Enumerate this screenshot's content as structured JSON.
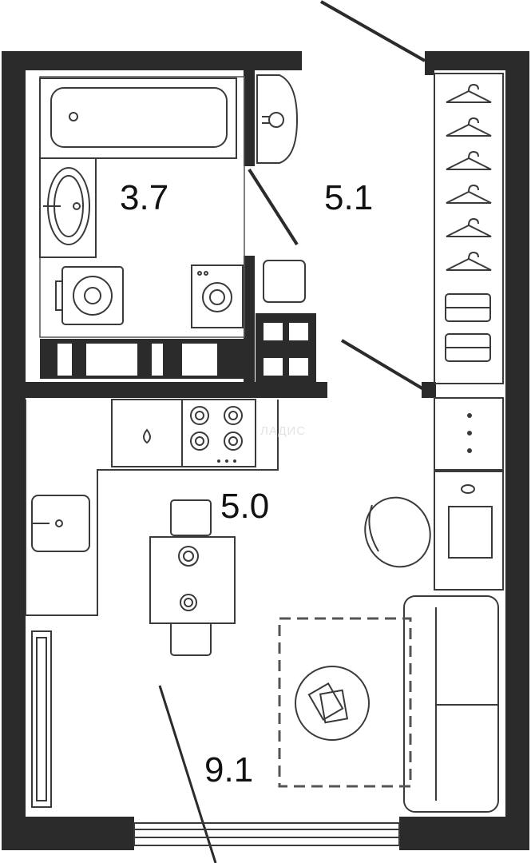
{
  "rooms": {
    "bathroom_area": "3.7",
    "hall_area": "5.1",
    "kitchen_area": "5.0",
    "living_area": "9.1"
  },
  "watermark": "ЛАДИС",
  "colors": {
    "wall": "#2b2b2b",
    "line": "#3a3a3a",
    "background": "#ffffff"
  },
  "icons": [
    "bathtub-icon",
    "washbasin-icon",
    "toilet-icon",
    "washing-machine-icon",
    "boiler-icon",
    "clothes-hanger-icon",
    "stove-icon",
    "sink-icon",
    "fridge-icon",
    "dining-table-icon",
    "chair-icon",
    "armchair-icon",
    "desk-icon",
    "sofa-icon",
    "coffee-table-icon",
    "radiator-icon",
    "window-icon",
    "door-icon"
  ]
}
